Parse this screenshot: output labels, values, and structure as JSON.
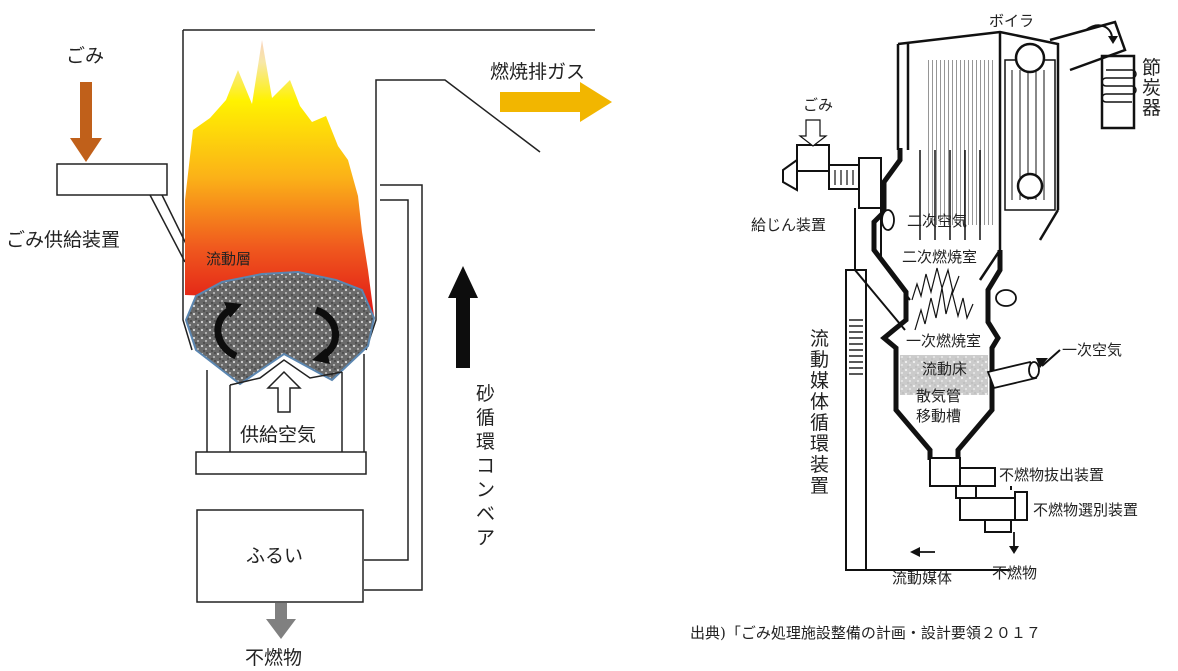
{
  "left_diagram": {
    "waste_input": "ごみ",
    "feeder": "ごみ供給装置",
    "exhaust": "燃焼排ガス",
    "fluidized_bed": "流動層",
    "supply_air": "供給空気",
    "sand_conveyor": "砂循環コンベア",
    "sieve": "ふるい",
    "noncombustibles": "不燃物",
    "colors": {
      "waste_arrow": "#c0601a",
      "exhaust_arrow": "#f2b600",
      "bed_particles": "#555555",
      "flame_top": "#f9d3bc",
      "flame_bottom": "#e01515",
      "output_arrow": "#808080"
    }
  },
  "right_diagram": {
    "boiler": "ボイラ",
    "economizer": "節炭器",
    "waste_input": "ごみ",
    "feeder": "給じん装置",
    "secondary_air": "二次空気",
    "secondary_chamber": "二次燃焼室",
    "primary_chamber": "一次燃焼室",
    "fluidized_bed": "流動床",
    "diffuser_pipe": "散気管",
    "moving_tank": "移動槽",
    "primary_air": "一次空気",
    "media_circulation": "流動媒体循環装置",
    "noncomb_extraction": "不燃物抜出装置",
    "noncomb_sorting": "不燃物選別装置",
    "fluid_media": "流動媒体",
    "noncombustibles": "不燃物"
  },
  "source_caption": "出典)「ごみ処理施設整備の計画・設計要領２０１７"
}
